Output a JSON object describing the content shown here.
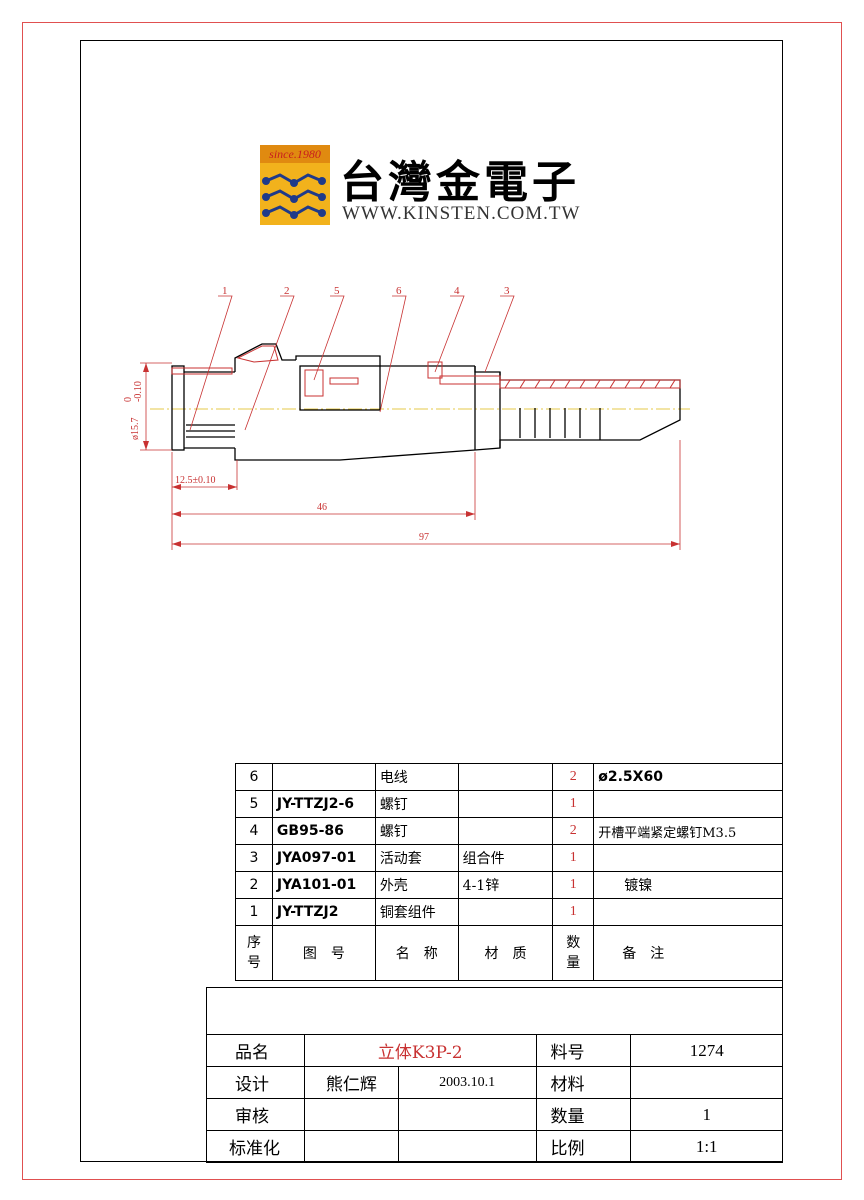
{
  "brand": {
    "badge": "since.1980",
    "name_cn": "台灣金電子",
    "url": "WWW.KINSTEN.COM.TW"
  },
  "drawing": {
    "callouts": [
      "1",
      "2",
      "5",
      "6",
      "4",
      "3"
    ],
    "dimensions": {
      "diameter": "ø15.7",
      "diameter_tol_upper": "0",
      "diameter_tol_lower": "-0.10",
      "length_a": "12.5±0.10",
      "length_b": "46",
      "length_total": "97"
    }
  },
  "parts_table": {
    "rows": [
      {
        "seq": "6",
        "part_no": "",
        "name": "电线",
        "material": "",
        "qty": "2",
        "note": "ø2.5X60"
      },
      {
        "seq": "5",
        "part_no": "JY-TTZJ2-6",
        "name": "螺钉",
        "material": "",
        "qty": "1",
        "note": ""
      },
      {
        "seq": "4",
        "part_no": "GB95-86",
        "name": "螺钉",
        "material": "",
        "qty": "2",
        "note": "开槽平端紧定螺钉M3.5"
      },
      {
        "seq": "3",
        "part_no": "JYA097-01",
        "name": "活动套",
        "material": "组合件",
        "qty": "1",
        "note": ""
      },
      {
        "seq": "2",
        "part_no": "JYA101-01",
        "name": "外壳",
        "material": "4-1锌",
        "qty": "1",
        "note": "镀镍"
      },
      {
        "seq": "1",
        "part_no": "JY-TTZJ2",
        "name": "铜套组件",
        "material": "",
        "qty": "1",
        "note": ""
      }
    ],
    "header": {
      "seq": "序号",
      "part_no": "图　号",
      "name": "名　称",
      "material": "材　质",
      "qty": "数量",
      "note": "备　注"
    }
  },
  "title_block": {
    "product_label": "品名",
    "product_value": "立体K3P-2",
    "material_no_label": "料号",
    "material_no_value": "1274",
    "design_label": "设计",
    "designer": "熊仁辉",
    "date": "2003.10.1",
    "material_label": "材料",
    "material_value": "",
    "review_label": "审核",
    "quantity_label": "数量",
    "quantity_value": "1",
    "standard_label": "标准化",
    "scale_label": "比例",
    "scale_value": "1:1"
  }
}
